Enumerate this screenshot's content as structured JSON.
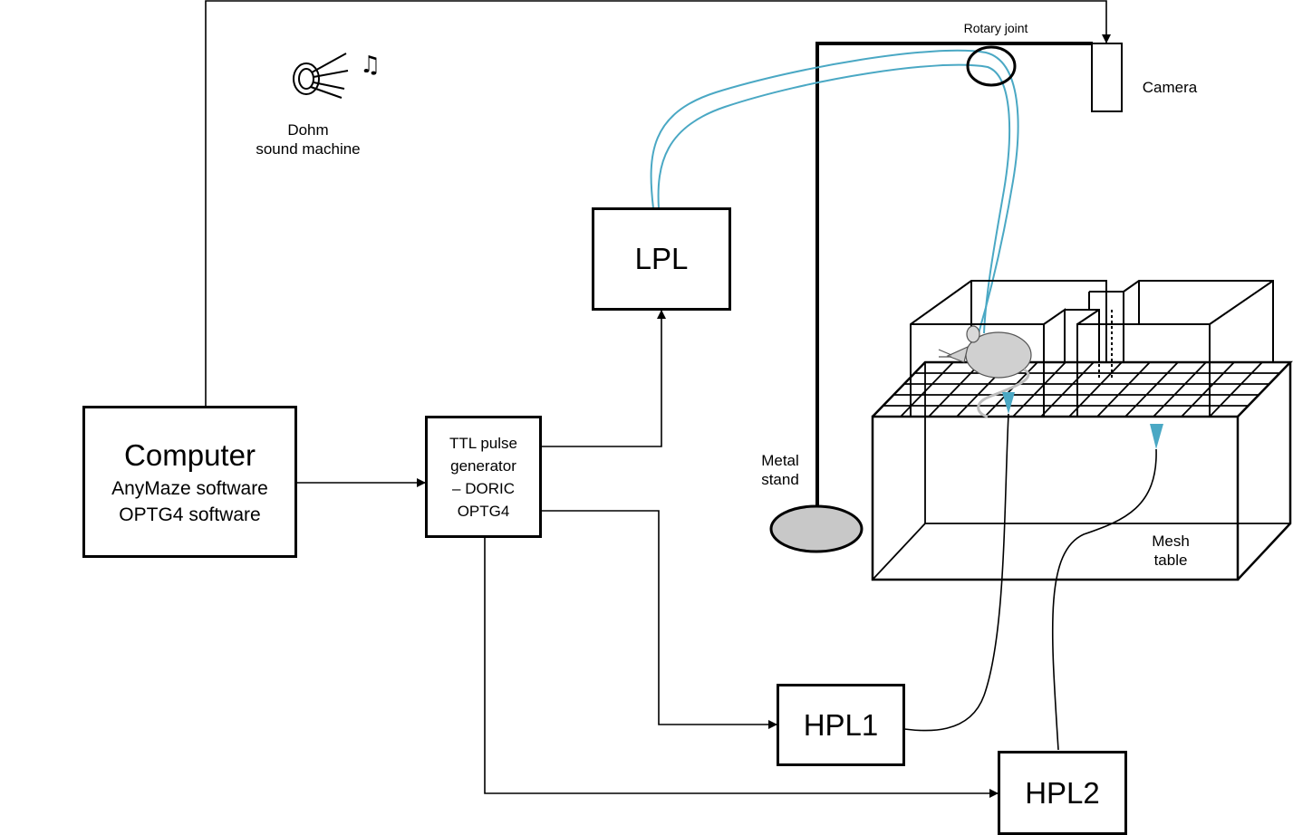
{
  "labels": {
    "rotary_joint": "Rotary joint",
    "camera": "Camera",
    "dohm_line1": "Dohm",
    "dohm_line2": "sound machine",
    "metal_stand_line1": "Metal",
    "metal_stand_line2": "stand",
    "mesh_table_line1": "Mesh",
    "mesh_table_line2": "table"
  },
  "boxes": {
    "computer": {
      "title": "Computer",
      "line2": "AnyMaze software",
      "line3": "OPTG4 software"
    },
    "ttl": {
      "line1": "TTL pulse",
      "line2": "generator",
      "line3": "– DORIC",
      "line4": "OPTG4"
    },
    "lpl": "LPL",
    "hpl1": "HPL1",
    "hpl2": "HPL2"
  },
  "colors": {
    "line": "#000000",
    "fiber": "#4aa8c4",
    "stand_base": "#c8c8c8",
    "mouse": "#d0d0d0"
  },
  "icons": {
    "sound": "speaker-icon",
    "music": "music-note-icon",
    "mouse": "mouse-icon"
  }
}
